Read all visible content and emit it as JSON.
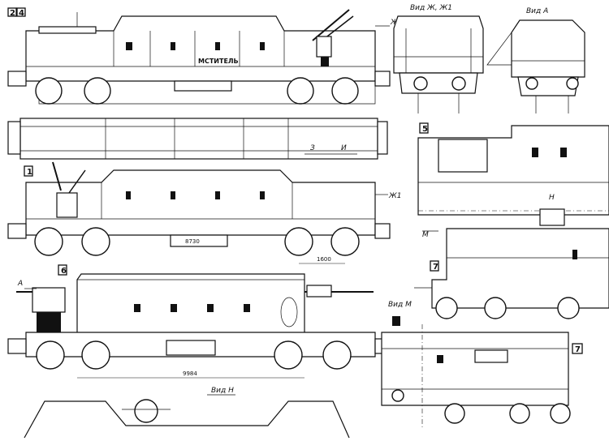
{
  "view_numbers": [
    "2",
    "4",
    "1",
    "6",
    "5",
    "7",
    "7"
  ],
  "view_labels": {
    "vid_zh_zh1": "Вид Ж, Ж1",
    "vid_a": "Вид А",
    "vid_m": "Вид М",
    "vid_n": "Вид Н"
  },
  "arrow_labels": {
    "zh": "Ж",
    "zh1": "Ж1",
    "z": "З",
    "i": "И",
    "a": "А",
    "m": "М",
    "n": "Н"
  },
  "car_name": "МСТИТЕЛЬ",
  "dimensions": {
    "length_1": "8730",
    "length_2": "1600",
    "length_3": "9984"
  }
}
